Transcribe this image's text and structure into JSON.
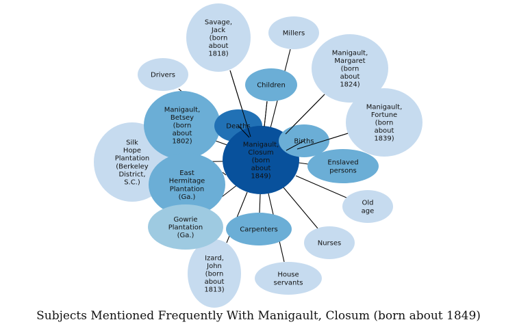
{
  "caption": "Subjects Mentioned Frequently With Manigault, Closum (born about 1849)",
  "colors": {
    "center": "#08519c",
    "dark": "#2171b5",
    "medium": "#6baed6",
    "light": "#9ecae1",
    "pale": "#c6dbef",
    "edge": "#000000"
  },
  "center": {
    "id": "closum",
    "label": [
      "Manigault,",
      "Closum",
      "(born",
      "about",
      "1849)"
    ],
    "color": "center",
    "icon": "ellipse"
  },
  "nodes": [
    {
      "id": "savage",
      "label": [
        "Savage,",
        "Jack",
        "(born",
        "about",
        "1818)"
      ],
      "color": "pale"
    },
    {
      "id": "millers",
      "label": [
        "Millers"
      ],
      "color": "pale"
    },
    {
      "id": "margaret",
      "label": [
        "Manigault,",
        "Margaret",
        "(born",
        "about",
        "1824)"
      ],
      "color": "pale"
    },
    {
      "id": "drivers",
      "label": [
        "Drivers"
      ],
      "color": "pale"
    },
    {
      "id": "children",
      "label": [
        "Children"
      ],
      "color": "medium"
    },
    {
      "id": "betsey",
      "label": [
        "Manigault,",
        "Betsey",
        "(born",
        "about",
        "1802)"
      ],
      "color": "medium"
    },
    {
      "id": "fortune",
      "label": [
        "Manigault,",
        "Fortune",
        "(born",
        "about",
        "1839)"
      ],
      "color": "pale"
    },
    {
      "id": "deaths",
      "label": [
        "Deaths"
      ],
      "color": "dark"
    },
    {
      "id": "births",
      "label": [
        "Births"
      ],
      "color": "medium"
    },
    {
      "id": "silkhope",
      "label": [
        "Silk",
        "Hope",
        "Plantation",
        "(Berkeley",
        "District,",
        "S.C.)"
      ],
      "color": "pale"
    },
    {
      "id": "enslaved",
      "label": [
        "Enslaved",
        "persons"
      ],
      "color": "medium"
    },
    {
      "id": "easthermitage",
      "label": [
        "East",
        "Hermitage",
        "Plantation",
        "(Ga.)"
      ],
      "color": "medium"
    },
    {
      "id": "oldage",
      "label": [
        "Old",
        "age"
      ],
      "color": "pale"
    },
    {
      "id": "gowrie",
      "label": [
        "Gowrie",
        "Plantation",
        "(Ga.)"
      ],
      "color": "light"
    },
    {
      "id": "carpenters",
      "label": [
        "Carpenters"
      ],
      "color": "medium"
    },
    {
      "id": "nurses",
      "label": [
        "Nurses"
      ],
      "color": "pale"
    },
    {
      "id": "izard",
      "label": [
        "Izard,",
        "John",
        "(born",
        "about",
        "1813)"
      ],
      "color": "pale"
    },
    {
      "id": "houseservants",
      "label": [
        "House",
        "servants"
      ],
      "color": "pale"
    }
  ]
}
